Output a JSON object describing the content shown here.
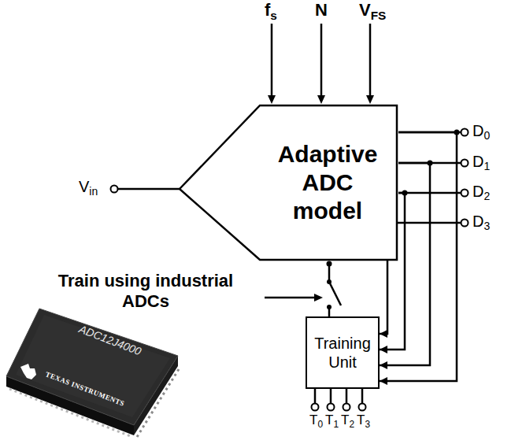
{
  "diagram": {
    "nodes": [
      {
        "text": [
          "Adaptive ADC model"
        ]
      },
      {
        "text": [
          "Training Unit"
        ]
      }
    ],
    "edges": [
      {
        "from": 0,
        "to": 1,
        "arrow": "to"
      },
      {
        "from": 0,
        "to": 1,
        "arrow": "to"
      },
      {
        "from": 0,
        "to": 1,
        "arrow": "to"
      },
      {
        "from": 0,
        "to": 1,
        "arrow": "to"
      },
      {
        "from": 0,
        "to": 1,
        "arrow": "none"
      }
    ],
    "labels": [
      "fs",
      "N",
      "VFS",
      "Vin",
      "D0",
      "D1",
      "D2",
      "D3",
      "Train using industrial ADCs",
      "T0",
      "T1",
      "T2",
      "T3",
      "ADC12J4000",
      "TEXAS INSTRUMENTS"
    ]
  }
}
